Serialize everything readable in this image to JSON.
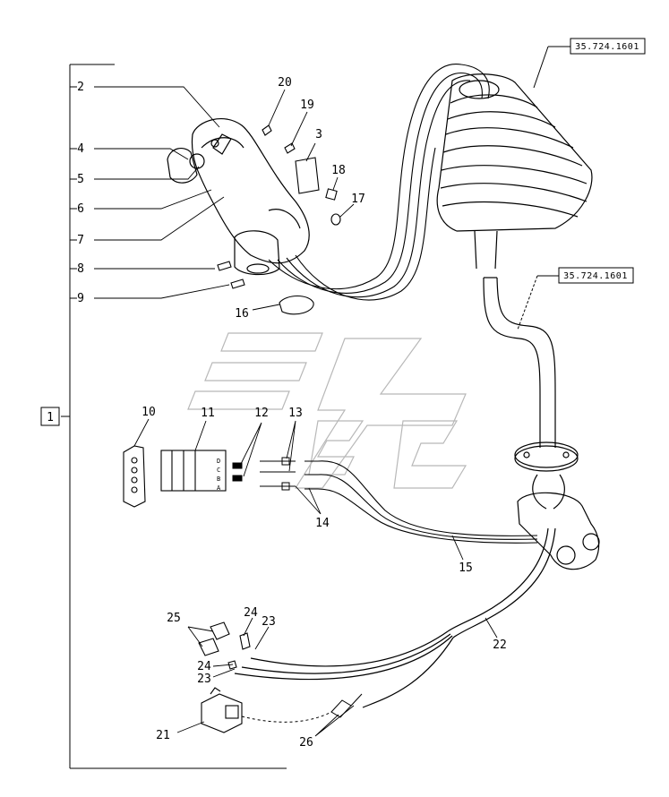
{
  "references": {
    "top_ref": "35.724.1601",
    "mid_ref": "35.724.1601"
  },
  "group_box": "1",
  "callouts": {
    "c2": "2",
    "c3": "3",
    "c4": "4",
    "c5": "5",
    "c6": "6",
    "c7": "7",
    "c8": "8",
    "c9": "9",
    "c10": "10",
    "c11": "11",
    "c12": "12",
    "c13": "13",
    "c14": "14",
    "c15": "15",
    "c16": "16",
    "c17": "17",
    "c18": "18",
    "c19": "19",
    "c20": "20",
    "c21": "21",
    "c22": "22",
    "c23a": "23",
    "c23b": "23",
    "c24a": "24",
    "c24b": "24",
    "c25": "25",
    "c26": "26"
  },
  "connector_pins": [
    "D",
    "C",
    "B",
    "A"
  ],
  "colors": {
    "line": "#000000",
    "background": "#ffffff",
    "watermark": "#b8b8b8"
  }
}
